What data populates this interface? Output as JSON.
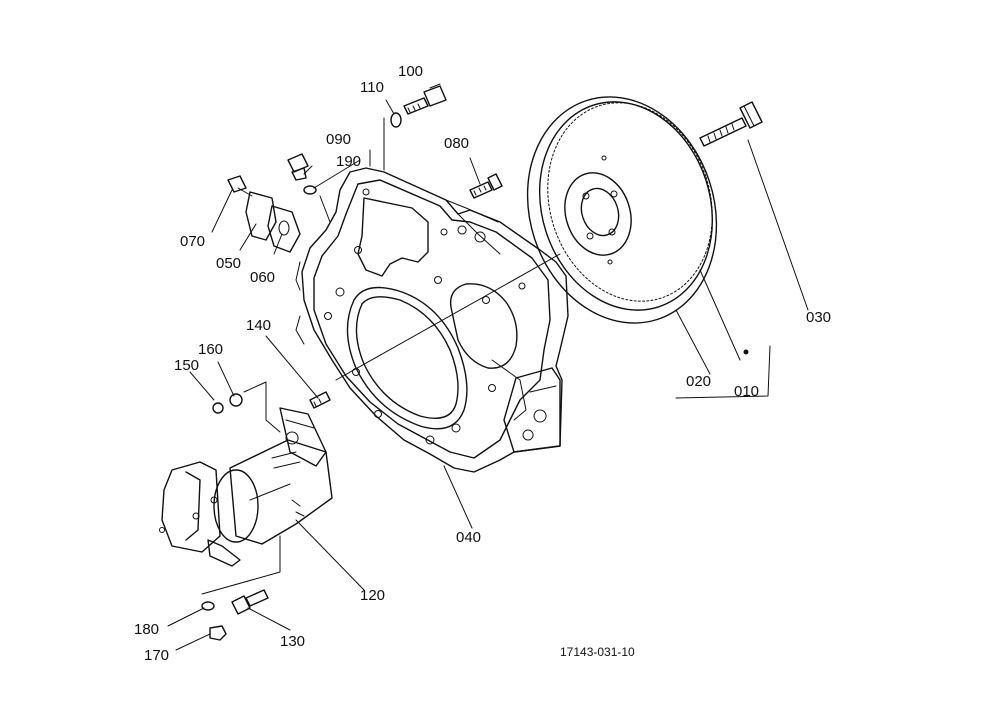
{
  "drawing_code": "17143-031-10",
  "labels": {
    "p010": "010",
    "p020": "020",
    "p030": "030",
    "p040": "040",
    "p050": "050",
    "p060": "060",
    "p070": "070",
    "p080": "080",
    "p090": "090",
    "p100": "100",
    "p110": "110",
    "p120": "120",
    "p130": "130",
    "p140": "140",
    "p150": "150",
    "p160": "160",
    "p170": "170",
    "p180": "180",
    "p190": "190"
  }
}
